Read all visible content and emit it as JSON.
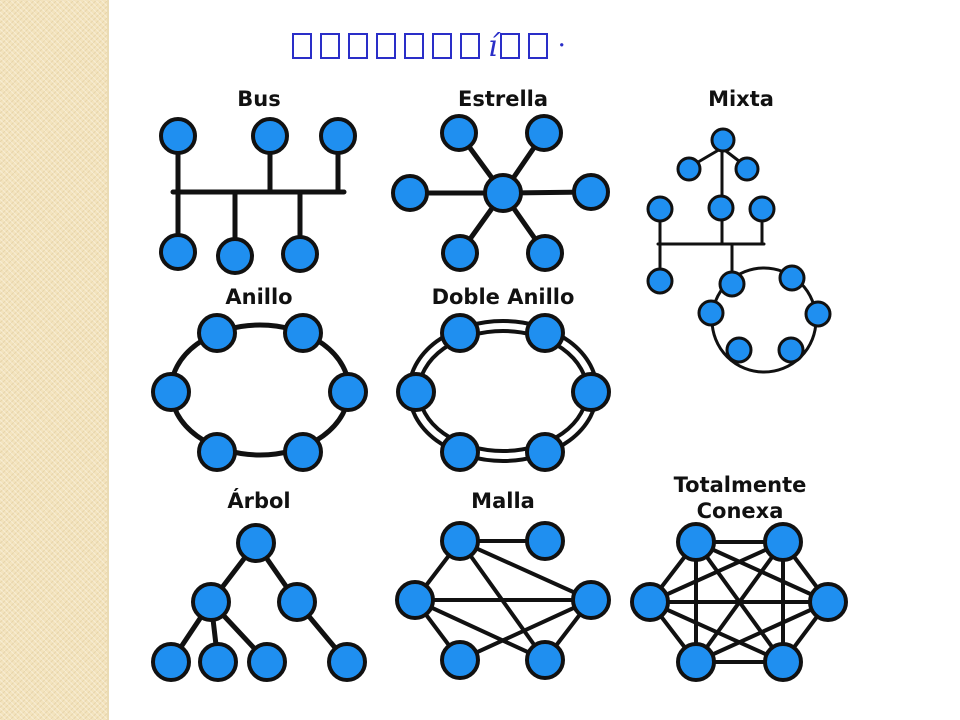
{
  "slide": {
    "title_boxes_before": 7,
    "title_visible_char": "í",
    "title_boxes_after": 2,
    "title_trailing": "·"
  },
  "colors": {
    "node_fill": "#1f8ff0",
    "node_stroke": "#111111",
    "title": "#2a2ec8",
    "side_strip": "#f3e3bd"
  },
  "topologies": {
    "bus": {
      "label": "Bus"
    },
    "star": {
      "label": "Estrella"
    },
    "mixed": {
      "label": "Mixta"
    },
    "ring": {
      "label": "Anillo"
    },
    "double_ring": {
      "label": "Doble Anillo"
    },
    "tree": {
      "label": "Árbol"
    },
    "mesh": {
      "label": "Malla"
    },
    "full": {
      "label_line1": "Totalmente",
      "label_line2": "Conexa"
    }
  }
}
